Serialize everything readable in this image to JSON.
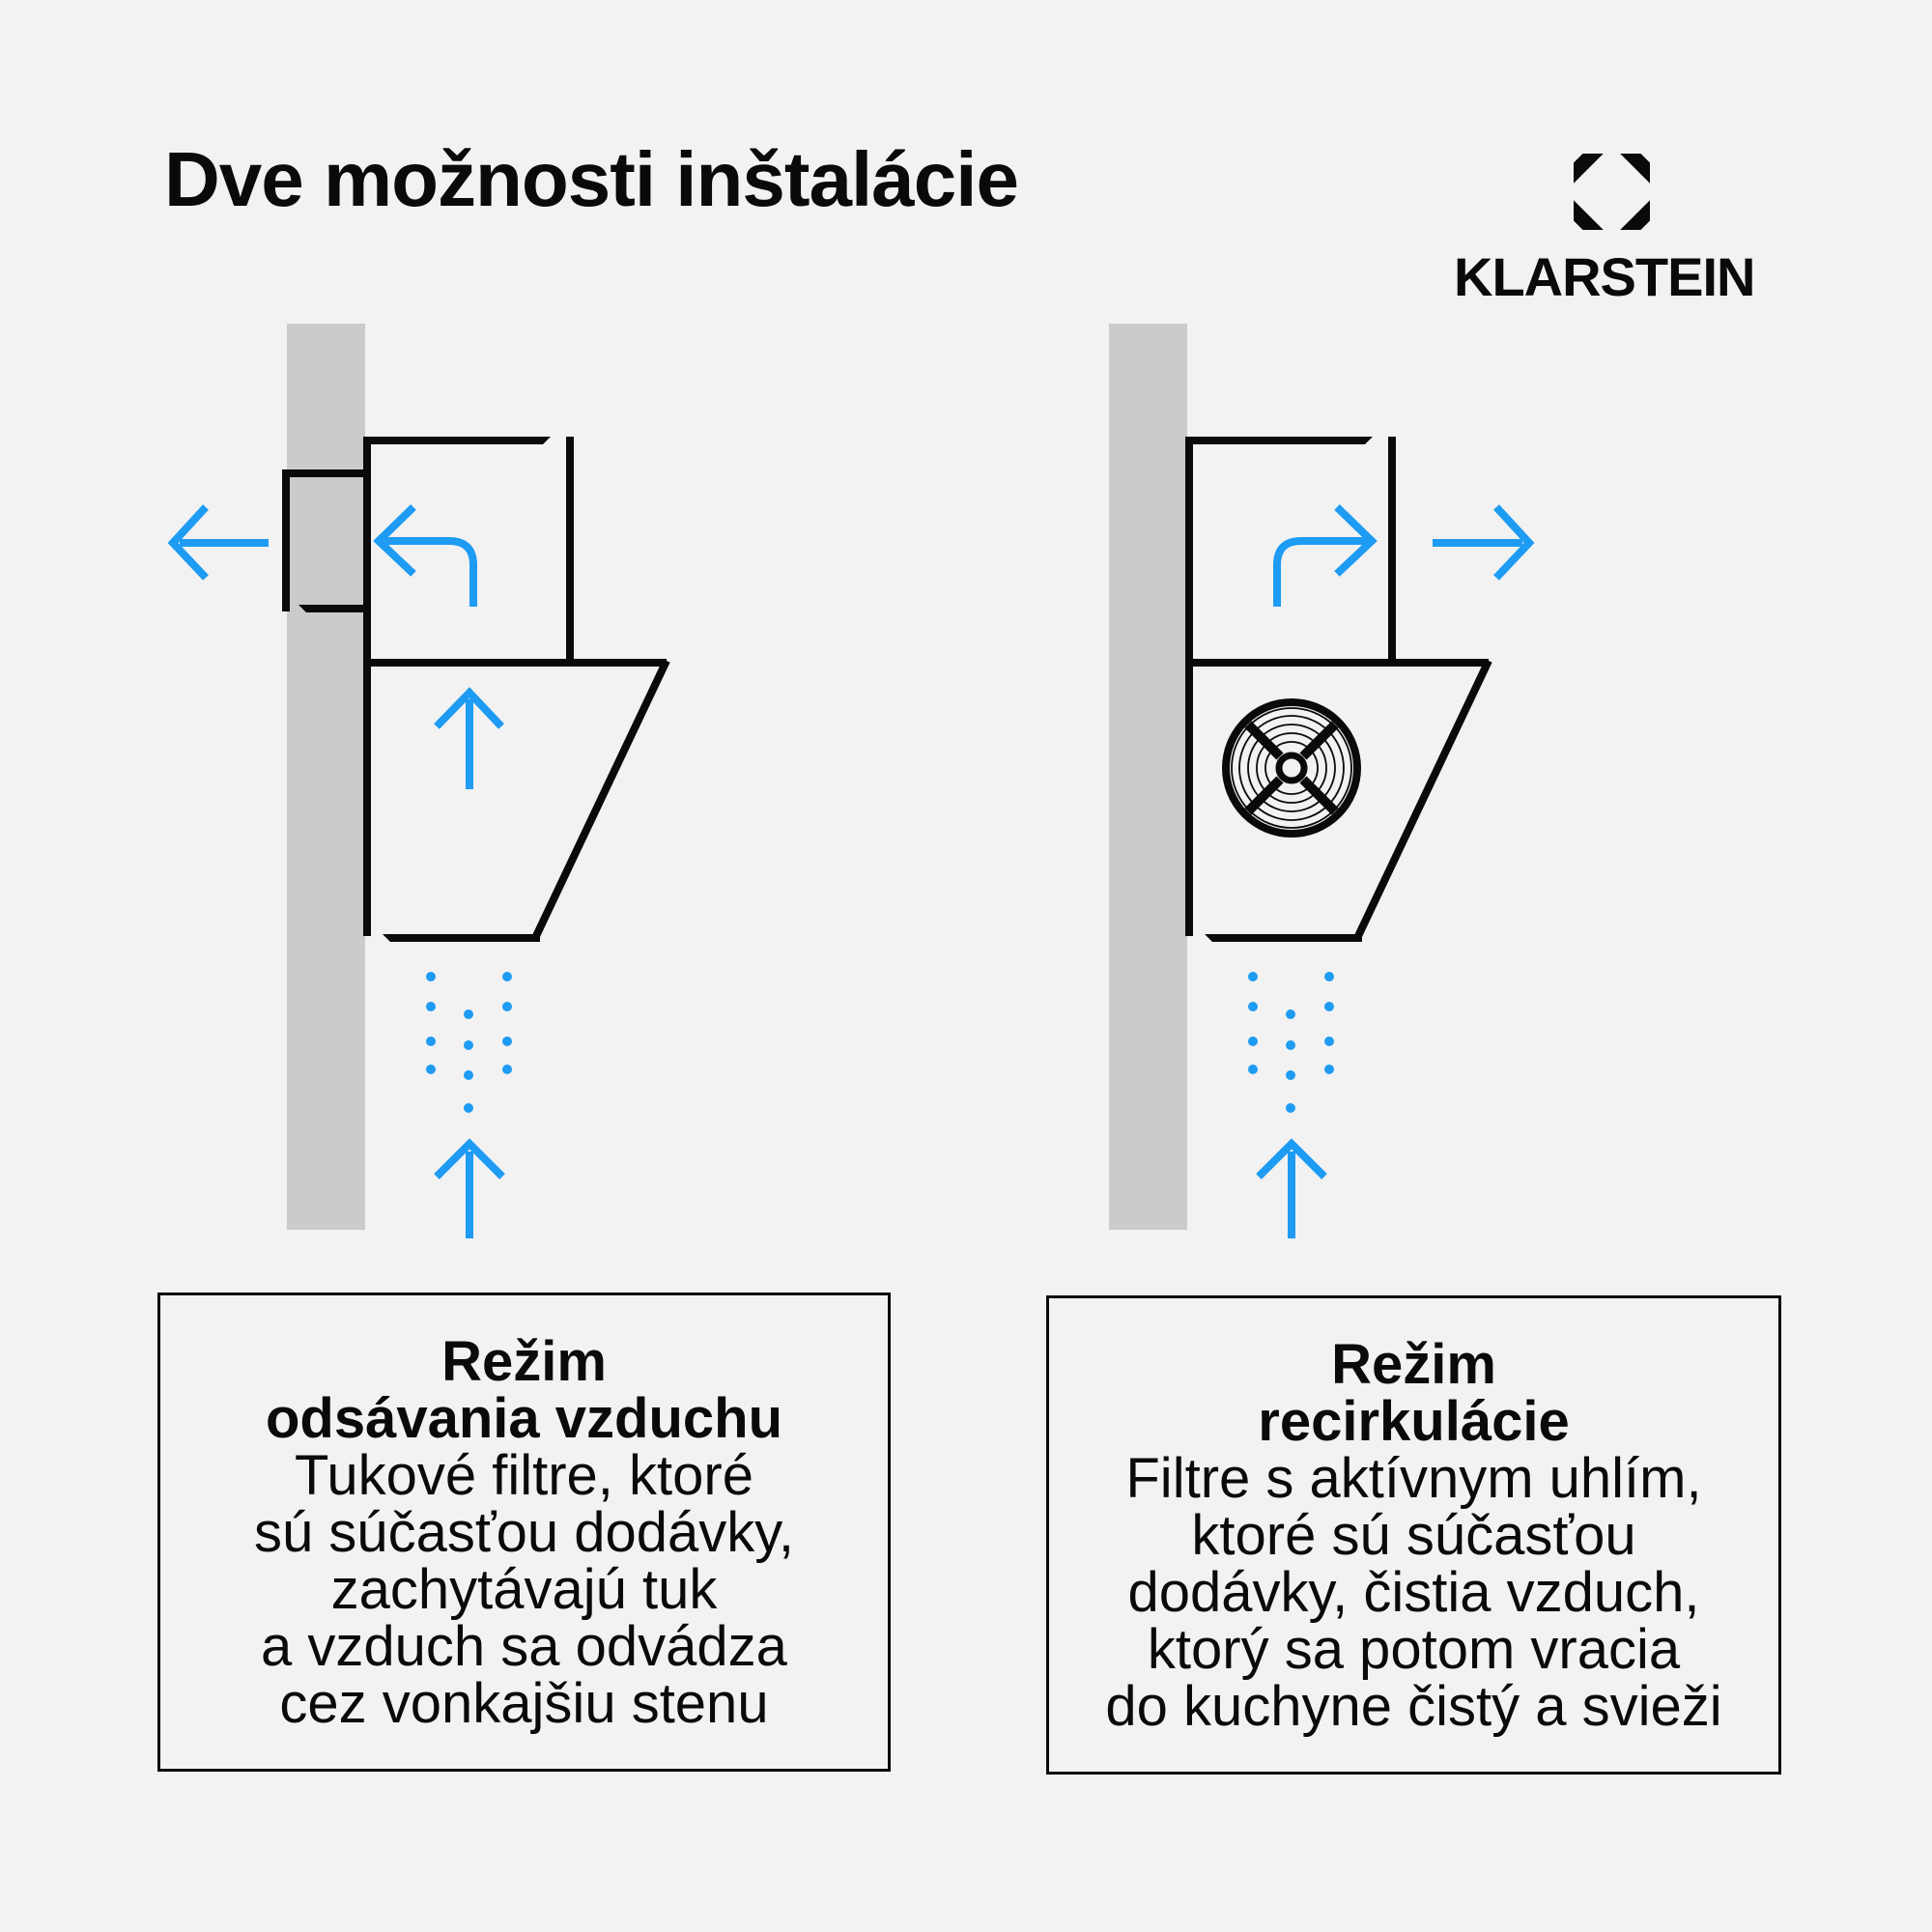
{
  "title": "Dve možnosti inštalácie",
  "brand": {
    "name": "KLARSTEIN",
    "logo_icon": "klarstein-octagon-icon"
  },
  "colors": {
    "background": "#F2F2F2",
    "line_black": "#0A0A0A",
    "accent_blue": "#1E9BF3",
    "wall_gray": "#CBCBCB",
    "text": "#0A0A0A"
  },
  "captions": [
    {
      "heading": [
        "Režim",
        "odsávania vzduchu"
      ],
      "body": [
        "Tukové filtre, ktoré",
        "sú súčasťou dodávky,",
        "zachytávajú tuk",
        "a vzduch sa odvádza",
        "cez vonkajšiu stenu"
      ]
    },
    {
      "heading": [
        "Režim",
        "recirkulácie"
      ],
      "body": [
        "Filtre s aktívnym uhlím,",
        "ktoré sú súčasťou",
        "dodávky, čistia vzduch,",
        "ktorý sa potom vracia",
        "do kuchyne čistý a svieži"
      ]
    }
  ]
}
